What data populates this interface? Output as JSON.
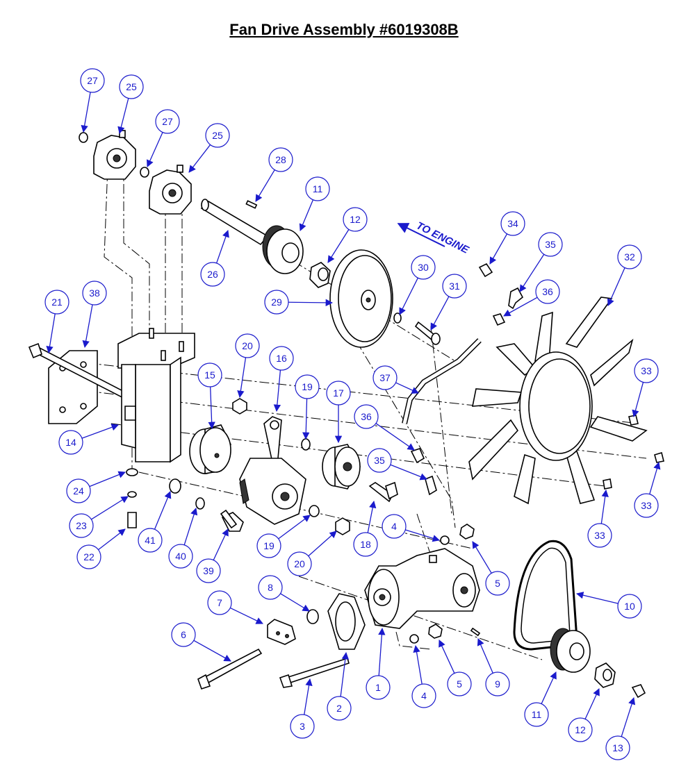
{
  "title": "Fan Drive Assembly #6019308B",
  "annotation": {
    "to_engine": "TO ENGINE"
  },
  "balloons": [
    {
      "id": "b27a",
      "label": "27"
    },
    {
      "id": "b25a",
      "label": "25"
    },
    {
      "id": "b27b",
      "label": "27"
    },
    {
      "id": "b25b",
      "label": "25"
    },
    {
      "id": "b28",
      "label": "28"
    },
    {
      "id": "b11a",
      "label": "11"
    },
    {
      "id": "b12a",
      "label": "12"
    },
    {
      "id": "b26",
      "label": "26"
    },
    {
      "id": "b34",
      "label": "34"
    },
    {
      "id": "b35a",
      "label": "35"
    },
    {
      "id": "b32",
      "label": "32"
    },
    {
      "id": "b30",
      "label": "30"
    },
    {
      "id": "b31",
      "label": "31"
    },
    {
      "id": "b29",
      "label": "29"
    },
    {
      "id": "b36a",
      "label": "36"
    },
    {
      "id": "b21",
      "label": "21"
    },
    {
      "id": "b38",
      "label": "38"
    },
    {
      "id": "b20a",
      "label": "20"
    },
    {
      "id": "b16",
      "label": "16"
    },
    {
      "id": "b15",
      "label": "15"
    },
    {
      "id": "b19a",
      "label": "19"
    },
    {
      "id": "b17",
      "label": "17"
    },
    {
      "id": "b37",
      "label": "37"
    },
    {
      "id": "b33a",
      "label": "33"
    },
    {
      "id": "b36b",
      "label": "36"
    },
    {
      "id": "b14",
      "label": "14"
    },
    {
      "id": "b35b",
      "label": "35"
    },
    {
      "id": "b24",
      "label": "24"
    },
    {
      "id": "b23",
      "label": "23"
    },
    {
      "id": "b41",
      "label": "41"
    },
    {
      "id": "b22",
      "label": "22"
    },
    {
      "id": "b40",
      "label": "40"
    },
    {
      "id": "b39",
      "label": "39"
    },
    {
      "id": "b19b",
      "label": "19"
    },
    {
      "id": "b20b",
      "label": "20"
    },
    {
      "id": "b18",
      "label": "18"
    },
    {
      "id": "b4a",
      "label": "4"
    },
    {
      "id": "b5a",
      "label": "5"
    },
    {
      "id": "b33b",
      "label": "33"
    },
    {
      "id": "b33c",
      "label": "33"
    },
    {
      "id": "b8",
      "label": "8"
    },
    {
      "id": "b7",
      "label": "7"
    },
    {
      "id": "b10",
      "label": "10"
    },
    {
      "id": "b6",
      "label": "6"
    },
    {
      "id": "b1",
      "label": "1"
    },
    {
      "id": "b4b",
      "label": "4"
    },
    {
      "id": "b5b",
      "label": "5"
    },
    {
      "id": "b9",
      "label": "9"
    },
    {
      "id": "b2",
      "label": "2"
    },
    {
      "id": "b3",
      "label": "3"
    },
    {
      "id": "b11b",
      "label": "11"
    },
    {
      "id": "b12b",
      "label": "12"
    },
    {
      "id": "b13",
      "label": "13"
    }
  ]
}
